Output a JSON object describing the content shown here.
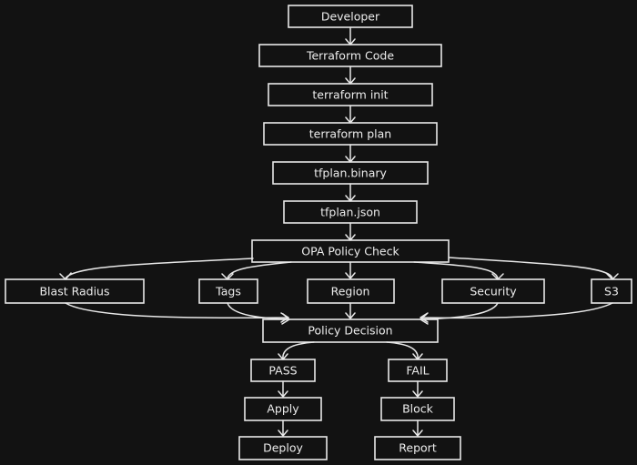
{
  "diagram": {
    "nodes": {
      "developer": "Developer",
      "terraform_code": "Terraform Code",
      "terraform_init": "terraform init",
      "terraform_plan": "terraform plan",
      "tfplan_binary": "tfplan.binary",
      "tfplan_json": "tfplan.json",
      "opa_policy_check": "OPA Policy Check",
      "blast_radius": "Blast Radius",
      "tags": "Tags",
      "region": "Region",
      "security": "Security",
      "s3": "S3",
      "policy_decision": "Policy Decision",
      "pass": "PASS",
      "fail": "FAIL",
      "apply": "Apply",
      "block": "Block",
      "deploy": "Deploy",
      "report": "Report"
    }
  }
}
